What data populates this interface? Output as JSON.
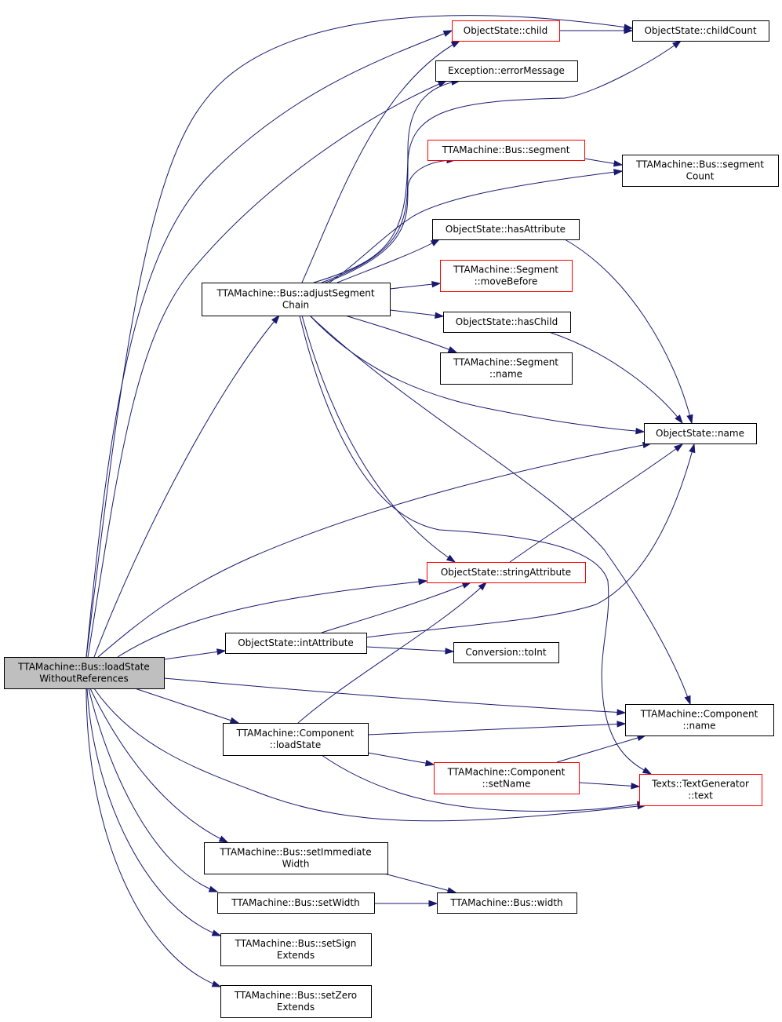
{
  "colors": {
    "edge": "#191970",
    "node_border": "#000000",
    "node_border_truncated": "#ff0000",
    "root_fill": "#bfbfbf",
    "node_fill": "#ffffff",
    "background": "#ffffff"
  },
  "nodes": [
    {
      "id": "root",
      "lines": [
        "TTAMachine::Bus::loadState",
        "WithoutReferences"
      ],
      "style": "root"
    },
    {
      "id": "adjustSegmentChain",
      "lines": [
        "TTAMachine::Bus::adjustSegment",
        "Chain"
      ],
      "style": "normal"
    },
    {
      "id": "child",
      "lines": [
        "ObjectState::child"
      ],
      "style": "truncated"
    },
    {
      "id": "childCount",
      "lines": [
        "ObjectState::childCount"
      ],
      "style": "normal"
    },
    {
      "id": "errorMessage",
      "lines": [
        "Exception::errorMessage"
      ],
      "style": "normal"
    },
    {
      "id": "segment",
      "lines": [
        "TTAMachine::Bus::segment"
      ],
      "style": "truncated"
    },
    {
      "id": "segmentCount",
      "lines": [
        "TTAMachine::Bus::segment",
        "Count"
      ],
      "style": "normal"
    },
    {
      "id": "hasAttribute",
      "lines": [
        "ObjectState::hasAttribute"
      ],
      "style": "normal"
    },
    {
      "id": "moveBefore",
      "lines": [
        "TTAMachine::Segment",
        "::moveBefore"
      ],
      "style": "truncated"
    },
    {
      "id": "hasChild",
      "lines": [
        "ObjectState::hasChild"
      ],
      "style": "normal"
    },
    {
      "id": "segName",
      "lines": [
        "TTAMachine::Segment",
        "::name"
      ],
      "style": "normal"
    },
    {
      "id": "osName",
      "lines": [
        "ObjectState::name"
      ],
      "style": "normal"
    },
    {
      "id": "stringAttribute",
      "lines": [
        "ObjectState::stringAttribute"
      ],
      "style": "truncated"
    },
    {
      "id": "intAttribute",
      "lines": [
        "ObjectState::intAttribute"
      ],
      "style": "normal"
    },
    {
      "id": "toInt",
      "lines": [
        "Conversion::toInt"
      ],
      "style": "normal"
    },
    {
      "id": "compLoadState",
      "lines": [
        "TTAMachine::Component",
        "::loadState"
      ],
      "style": "normal"
    },
    {
      "id": "compName",
      "lines": [
        "TTAMachine::Component",
        "::name"
      ],
      "style": "normal"
    },
    {
      "id": "setName",
      "lines": [
        "TTAMachine::Component",
        "::setName"
      ],
      "style": "truncated"
    },
    {
      "id": "text",
      "lines": [
        "Texts::TextGenerator",
        "::text"
      ],
      "style": "truncated"
    },
    {
      "id": "setImmediateWidth",
      "lines": [
        "TTAMachine::Bus::setImmediate",
        "Width"
      ],
      "style": "normal"
    },
    {
      "id": "setWidth",
      "lines": [
        "TTAMachine::Bus::setWidth"
      ],
      "style": "normal"
    },
    {
      "id": "width",
      "lines": [
        "TTAMachine::Bus::width"
      ],
      "style": "normal"
    },
    {
      "id": "setSignExtends",
      "lines": [
        "TTAMachine::Bus::setSign",
        "Extends"
      ],
      "style": "normal"
    },
    {
      "id": "setZeroExtends",
      "lines": [
        "TTAMachine::Bus::setZero",
        "Extends"
      ],
      "style": "normal"
    }
  ],
  "edges": [
    {
      "from": "root",
      "to": "childCount"
    },
    {
      "from": "root",
      "to": "child"
    },
    {
      "from": "root",
      "to": "errorMessage"
    },
    {
      "from": "root",
      "to": "adjustSegmentChain"
    },
    {
      "from": "root",
      "to": "osName"
    },
    {
      "from": "root",
      "to": "stringAttribute"
    },
    {
      "from": "root",
      "to": "intAttribute"
    },
    {
      "from": "root",
      "to": "compName"
    },
    {
      "from": "root",
      "to": "compLoadState"
    },
    {
      "from": "root",
      "to": "text"
    },
    {
      "from": "root",
      "to": "setImmediateWidth"
    },
    {
      "from": "root",
      "to": "setWidth"
    },
    {
      "from": "root",
      "to": "setSignExtends"
    },
    {
      "from": "root",
      "to": "setZeroExtends"
    },
    {
      "from": "adjustSegmentChain",
      "to": "child"
    },
    {
      "from": "adjustSegmentChain",
      "to": "errorMessage"
    },
    {
      "from": "adjustSegmentChain",
      "to": "childCount"
    },
    {
      "from": "adjustSegmentChain",
      "to": "segment"
    },
    {
      "from": "adjustSegmentChain",
      "to": "segmentCount"
    },
    {
      "from": "adjustSegmentChain",
      "to": "hasAttribute"
    },
    {
      "from": "adjustSegmentChain",
      "to": "moveBefore"
    },
    {
      "from": "adjustSegmentChain",
      "to": "hasChild"
    },
    {
      "from": "adjustSegmentChain",
      "to": "segName"
    },
    {
      "from": "adjustSegmentChain",
      "to": "osName"
    },
    {
      "from": "adjustSegmentChain",
      "to": "stringAttribute"
    },
    {
      "from": "adjustSegmentChain",
      "to": "compName"
    },
    {
      "from": "adjustSegmentChain",
      "to": "text"
    },
    {
      "from": "child",
      "to": "childCount"
    },
    {
      "from": "segment",
      "to": "segmentCount"
    },
    {
      "from": "hasAttribute",
      "to": "osName"
    },
    {
      "from": "hasChild",
      "to": "osName"
    },
    {
      "from": "stringAttribute",
      "to": "osName"
    },
    {
      "from": "intAttribute",
      "to": "stringAttribute"
    },
    {
      "from": "intAttribute",
      "to": "osName"
    },
    {
      "from": "intAttribute",
      "to": "toInt"
    },
    {
      "from": "compLoadState",
      "to": "stringAttribute"
    },
    {
      "from": "compLoadState",
      "to": "compName"
    },
    {
      "from": "compLoadState",
      "to": "setName"
    },
    {
      "from": "compLoadState",
      "to": "text"
    },
    {
      "from": "setName",
      "to": "compName"
    },
    {
      "from": "setName",
      "to": "text"
    },
    {
      "from": "setImmediateWidth",
      "to": "width"
    },
    {
      "from": "setWidth",
      "to": "width"
    }
  ]
}
